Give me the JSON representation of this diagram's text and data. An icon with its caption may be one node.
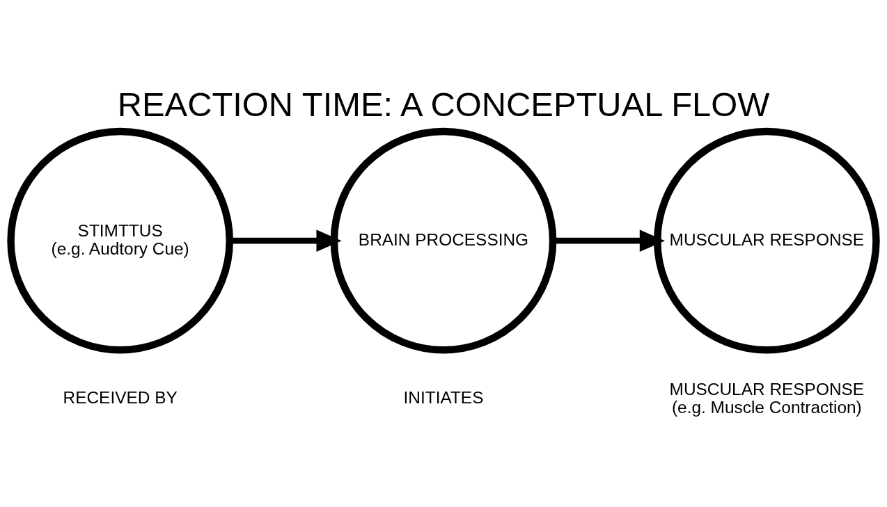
{
  "diagram": {
    "title": "REACTION TIME: A CONCEPTUAL FLOW",
    "nodes": [
      {
        "text": [
          "STIMTTUS",
          "(e.g. Audtory Cue)"
        ],
        "beside": [
          "RECEIVED BY"
        ]
      },
      {
        "text": [
          "BRAIN PROCESSING"
        ],
        "beside": [
          "INITIATES"
        ]
      },
      {
        "text": [
          "MUSCULAR RESPONSE"
        ],
        "beside": [
          "MUSCULAR RESPONSE",
          "(e.g. Muscle Contraction)"
        ]
      }
    ],
    "edges": [
      {
        "from": 0,
        "to": 1,
        "arrow": "to"
      },
      {
        "from": 1,
        "to": 2,
        "arrow": "to"
      }
    ]
  }
}
